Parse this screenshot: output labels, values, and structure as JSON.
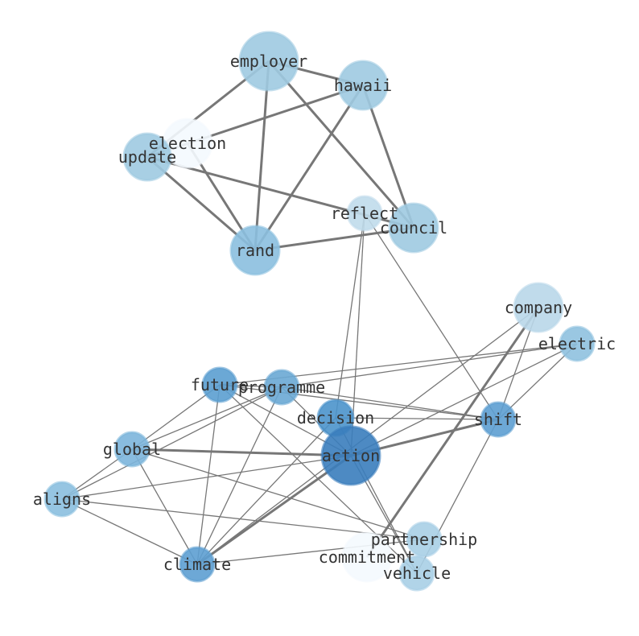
{
  "nodes": [
    {
      "id": "employer",
      "label": "employer",
      "color": "#9ecae1"
    },
    {
      "id": "hawaii",
      "label": "hawaii",
      "color": "#9ecae1"
    },
    {
      "id": "election",
      "label": "election",
      "color": "#f4f9fe"
    },
    {
      "id": "update",
      "label": "update",
      "color": "#9ecae1"
    },
    {
      "id": "reflect",
      "label": "reflect",
      "color": "#c0dbeb"
    },
    {
      "id": "council",
      "label": "council",
      "color": "#9ecae1"
    },
    {
      "id": "rand",
      "label": "rand",
      "color": "#8bbfdf"
    },
    {
      "id": "company",
      "label": "company",
      "color": "#b9d7e9"
    },
    {
      "id": "electric",
      "label": "electric",
      "color": "#8fc1df"
    },
    {
      "id": "future",
      "label": "future",
      "color": "#5b9fd0"
    },
    {
      "id": "programme",
      "label": "programme",
      "color": "#6aa9d4"
    },
    {
      "id": "decision",
      "label": "decision",
      "color": "#4b93cb"
    },
    {
      "id": "shift",
      "label": "shift",
      "color": "#5d9fd1"
    },
    {
      "id": "global",
      "label": "global",
      "color": "#7cb5db"
    },
    {
      "id": "action",
      "label": "action",
      "color": "#3a7dbd"
    },
    {
      "id": "aligns",
      "label": "aligns",
      "color": "#8bbfdf"
    },
    {
      "id": "partnership",
      "label": "partnership",
      "color": "#a8cfe6"
    },
    {
      "id": "commitment",
      "label": "commitment",
      "color": "#f4f9fe"
    },
    {
      "id": "climate",
      "label": "climate",
      "color": "#5d9fd1"
    },
    {
      "id": "vehicle",
      "label": "vehicle",
      "color": "#a8cfe6"
    }
  ],
  "edges": [
    [
      "employer",
      "update",
      3
    ],
    [
      "employer",
      "hawaii",
      3
    ],
    [
      "employer",
      "rand",
      3
    ],
    [
      "employer",
      "council",
      3
    ],
    [
      "hawaii",
      "update",
      3
    ],
    [
      "hawaii",
      "rand",
      3
    ],
    [
      "hawaii",
      "council",
      3
    ],
    [
      "update",
      "rand",
      3
    ],
    [
      "election",
      "rand",
      3
    ],
    [
      "update",
      "council",
      3
    ],
    [
      "rand",
      "council",
      3
    ],
    [
      "reflect",
      "decision",
      1.3
    ],
    [
      "reflect",
      "action",
      1.3
    ],
    [
      "reflect",
      "shift",
      1.3
    ],
    [
      "future",
      "programme",
      1.3
    ],
    [
      "future",
      "shift",
      1.3
    ],
    [
      "programme",
      "shift",
      1.3
    ],
    [
      "decision",
      "shift",
      1.3
    ],
    [
      "future",
      "electric",
      1.3
    ],
    [
      "programme",
      "electric",
      1.3
    ],
    [
      "electric",
      "action",
      1.3
    ],
    [
      "electric",
      "shift",
      1.3
    ],
    [
      "company",
      "shift",
      1.3
    ],
    [
      "company",
      "climate",
      1.3
    ],
    [
      "company",
      "commitment",
      3
    ],
    [
      "action",
      "shift",
      3
    ],
    [
      "global",
      "action",
      3
    ],
    [
      "climate",
      "action",
      3
    ],
    [
      "global",
      "future",
      1.3
    ],
    [
      "global",
      "programme",
      1.3
    ],
    [
      "aligns",
      "programme",
      1.3
    ],
    [
      "aligns",
      "global",
      1.3
    ],
    [
      "aligns",
      "action",
      1.3
    ],
    [
      "aligns",
      "climate",
      1.3
    ],
    [
      "aligns",
      "partnership",
      1.3
    ],
    [
      "global",
      "climate",
      1.3
    ],
    [
      "global",
      "partnership",
      1.3
    ],
    [
      "future",
      "climate",
      1.3
    ],
    [
      "programme",
      "climate",
      1.3
    ],
    [
      "decision",
      "climate",
      1.3
    ],
    [
      "climate",
      "partnership",
      1.3
    ],
    [
      "future",
      "vehicle",
      1.3
    ],
    [
      "programme",
      "action",
      1.3
    ],
    [
      "action",
      "vehicle",
      1.3
    ],
    [
      "decision",
      "vehicle",
      1.3
    ],
    [
      "shift",
      "vehicle",
      1.3
    ],
    [
      "future",
      "action",
      1.3
    ]
  ]
}
